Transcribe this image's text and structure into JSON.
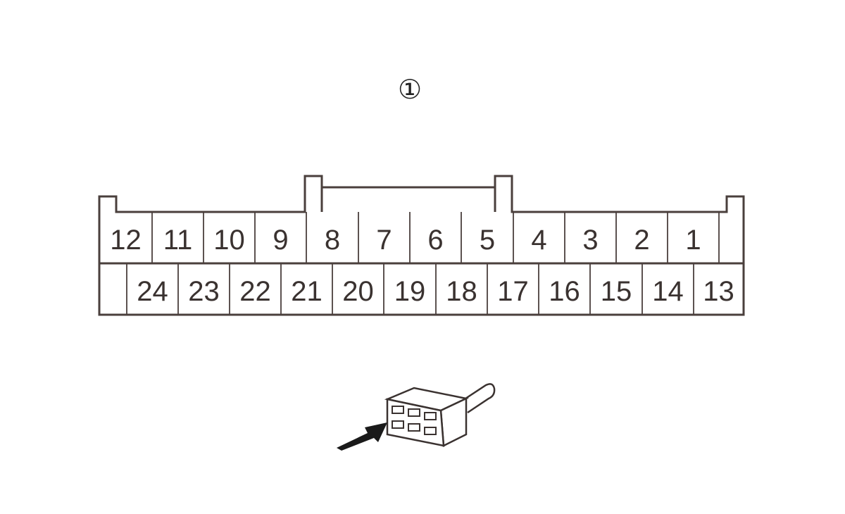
{
  "connector": {
    "marker": "①",
    "top_row": [
      "12",
      "11",
      "10",
      "9",
      "8",
      "7",
      "6",
      "5",
      "4",
      "3",
      "2",
      "1"
    ],
    "bottom_row": [
      "24",
      "23",
      "22",
      "21",
      "20",
      "19",
      "18",
      "17",
      "16",
      "15",
      "14",
      "13"
    ]
  },
  "colors": {
    "outline": "#4a3f3c",
    "text": "#3a3230",
    "arrow": "#1a1a1a"
  }
}
